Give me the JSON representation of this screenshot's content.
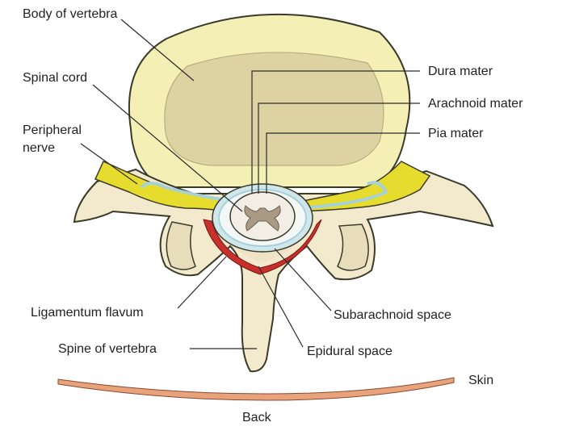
{
  "labels": {
    "body_of_vertebra": "Body of vertebra",
    "spinal_cord": "Spinal cord",
    "peripheral_nerve_line1": "Peripheral",
    "peripheral_nerve_line2": "nerve",
    "dura_mater": "Dura mater",
    "arachnoid_mater": "Arachnoid mater",
    "pia_mater": "Pia mater",
    "ligamentum_flavum": "Ligamentum flavum",
    "subarachnoid_space": "Subarachnoid space",
    "spine_of_vertebra": "Spine of vertebra",
    "epidural_space": "Epidural space",
    "skin": "Skin",
    "back": "Back"
  },
  "colors": {
    "bone": "#F3E9CC",
    "vertebral_body_outer": "#F4F0B5",
    "vertebral_body_inner": "#DDD3A2",
    "nerve": "#E6DC2E",
    "ligamentum_flavum": "#C8302C",
    "meninges": "#A7D1DA",
    "spinal_cord": "#F2EEE6",
    "gray_matter": "#A99A86",
    "skin": "#E8A27C"
  }
}
